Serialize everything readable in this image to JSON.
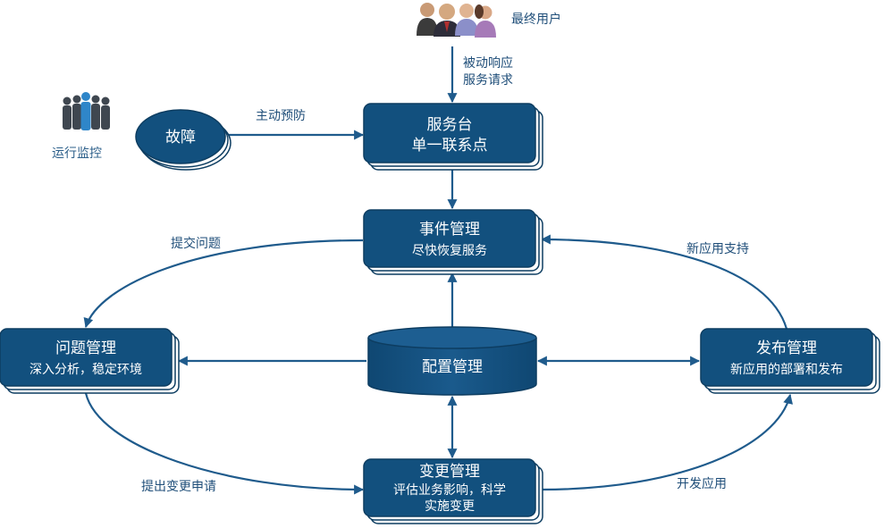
{
  "labels": {
    "end_users": "最终用户",
    "passive_response": "被动响应",
    "service_request": "服务请求",
    "proactive_prevention": "主动预防",
    "operation_monitoring": "运行监控",
    "submit_problem": "提交问题",
    "new_app_support": "新应用支持",
    "submit_change_request": "提出变更申请",
    "develop_app": "开发应用"
  },
  "nodes": {
    "fault": {
      "title": "故障"
    },
    "service_desk": {
      "line1": "服务台",
      "line2": "单一联系点"
    },
    "incident": {
      "line1": "事件管理",
      "line2": "尽快恢复服务"
    },
    "problem": {
      "line1": "问题管理",
      "line2": "深入分析，稳定环境"
    },
    "config": {
      "title": "配置管理"
    },
    "release": {
      "line1": "发布管理",
      "line2": "新应用的部署和发布"
    },
    "change": {
      "line1": "变更管理",
      "line2": "评估业务影响，科学",
      "line3": "实施变更"
    }
  },
  "colors": {
    "box_fill": "#12507e",
    "box_shadow_fill": "#ffffff",
    "box_stroke": "#0d3d61",
    "connector": "#1f5b8c",
    "label_text": "#1f4e79"
  },
  "icons": {
    "users": "business-people-group-icon",
    "monitor": "silhouette-people-icon"
  }
}
